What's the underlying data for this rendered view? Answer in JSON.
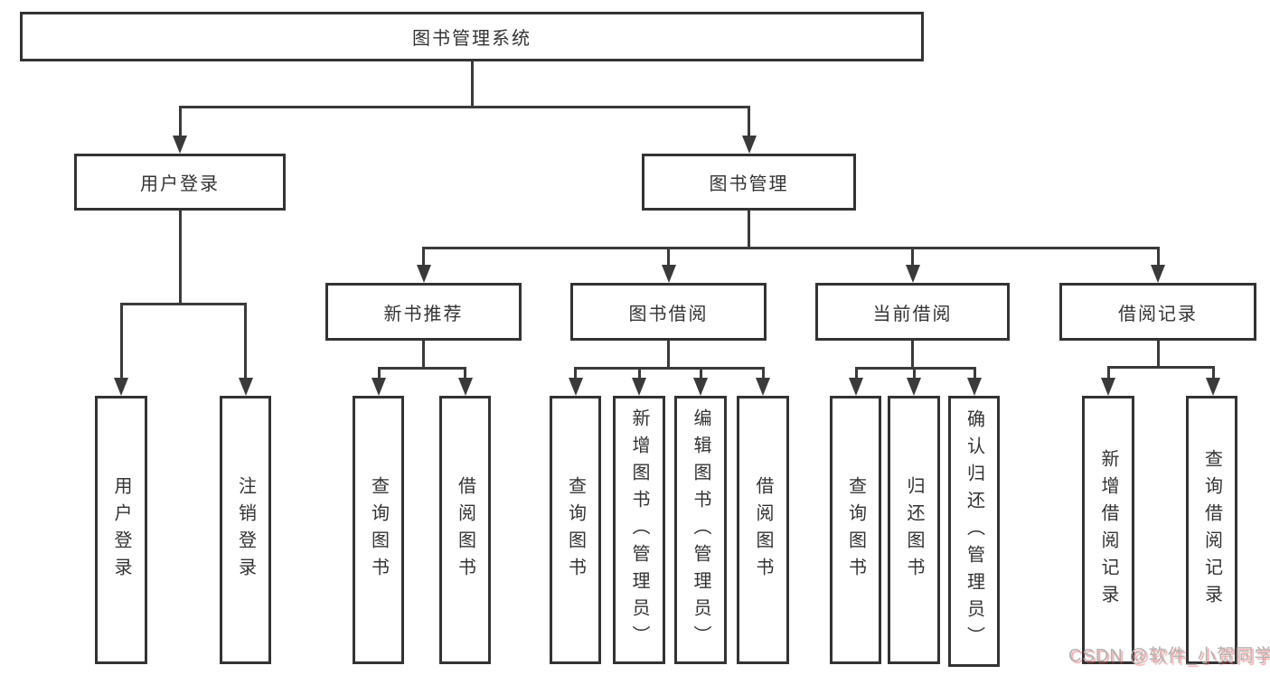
{
  "diagram_type": "functional-structure-tree",
  "tree": {
    "label": "图书管理系统",
    "children": [
      {
        "label": "用户登录",
        "children": [
          {
            "label": "用户登录"
          },
          {
            "label": "注销登录"
          }
        ]
      },
      {
        "label": "图书管理",
        "children": [
          {
            "label": "新书推荐",
            "children": [
              {
                "label": "查询图书"
              },
              {
                "label": "借阅图书"
              }
            ]
          },
          {
            "label": "图书借阅",
            "children": [
              {
                "label": "查询图书"
              },
              {
                "label": "新增图书（管理员）"
              },
              {
                "label": "编辑图书（管理员）"
              },
              {
                "label": "借阅图书"
              }
            ]
          },
          {
            "label": "当前借阅",
            "children": [
              {
                "label": "查询图书"
              },
              {
                "label": "归还图书"
              },
              {
                "label": "确认归还（管理员）"
              }
            ]
          },
          {
            "label": "借阅记录",
            "children": [
              {
                "label": "新增借阅记录"
              },
              {
                "label": "查询借阅记录"
              }
            ]
          }
        ]
      }
    ]
  },
  "watermark": {
    "text": "CSDN @软件_小贺同学"
  },
  "colors": {
    "background": "#ffffff",
    "box_border": "#333333",
    "box_fill": "#ffffff",
    "line": "#3a3a3a",
    "text": "#333333",
    "watermark_gray": "#b3b3b3",
    "watermark_red_shadow": "#eb5a5a"
  }
}
